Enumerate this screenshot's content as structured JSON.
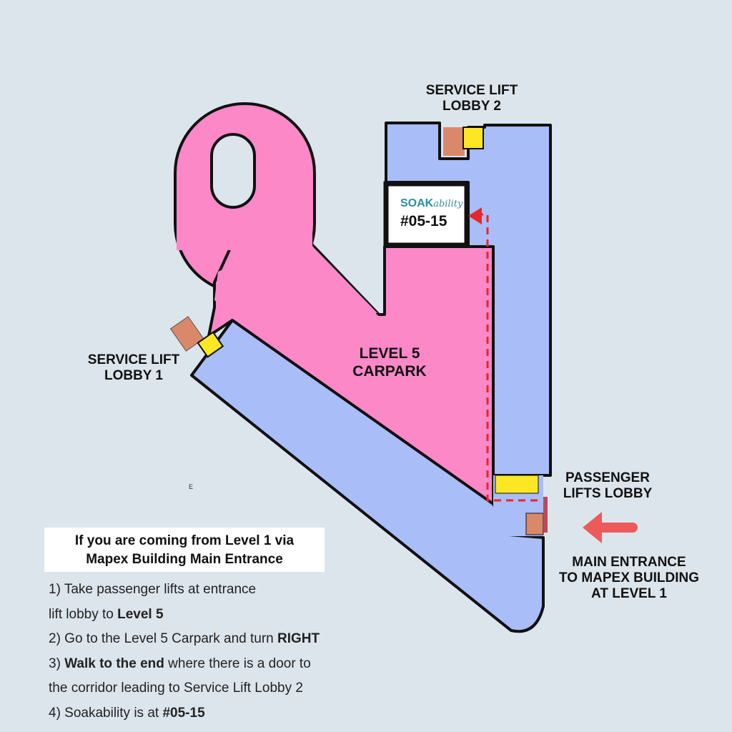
{
  "labels": {
    "service_lift_lobby_2": [
      "SERVICE LIFT",
      "LOBBY 2"
    ],
    "service_lift_lobby_1": [
      "SERVICE LIFT",
      "LOBBY 1"
    ],
    "carpark": [
      "LEVEL 5",
      "CARPARK"
    ],
    "passenger_lifts_lobby": [
      "PASSENGER",
      "LIFTS LOBBY"
    ],
    "main_entrance": [
      "MAIN ENTRANCE",
      "TO MAPEX BUILDING",
      "AT LEVEL 1"
    ],
    "stray_mark": "E"
  },
  "unit": {
    "logo_bold": "SOAK",
    "logo_script": "ability",
    "number": "#05-15"
  },
  "directions": {
    "title": [
      "If you are coming from Level 1 via",
      "Mapex Building Main Entrance"
    ],
    "steps": [
      {
        "pre": "1) Take passenger lifts at entrance",
        "bold": "",
        "post": ""
      },
      {
        "pre": "lift lobby to ",
        "bold": "Level 5",
        "post": ""
      },
      {
        "pre": "2) Go to the Level 5 Carpark and turn ",
        "bold": "RIGHT",
        "post": ""
      },
      {
        "pre": "3) ",
        "bold": "Walk to the end",
        "post": " where there is a door to"
      },
      {
        "pre": "the corridor leading to Service Lift Lobby 2",
        "bold": "",
        "post": ""
      },
      {
        "pre": "4) Soakability is at ",
        "bold": "#05-15",
        "post": ""
      }
    ]
  },
  "colors": {
    "pink": "#fc88c8",
    "blue": "#a9bdf9",
    "yellow": "#fde725",
    "route": "#e8262a",
    "arrow": "#ec5a5a",
    "stair": "#d9896a"
  }
}
